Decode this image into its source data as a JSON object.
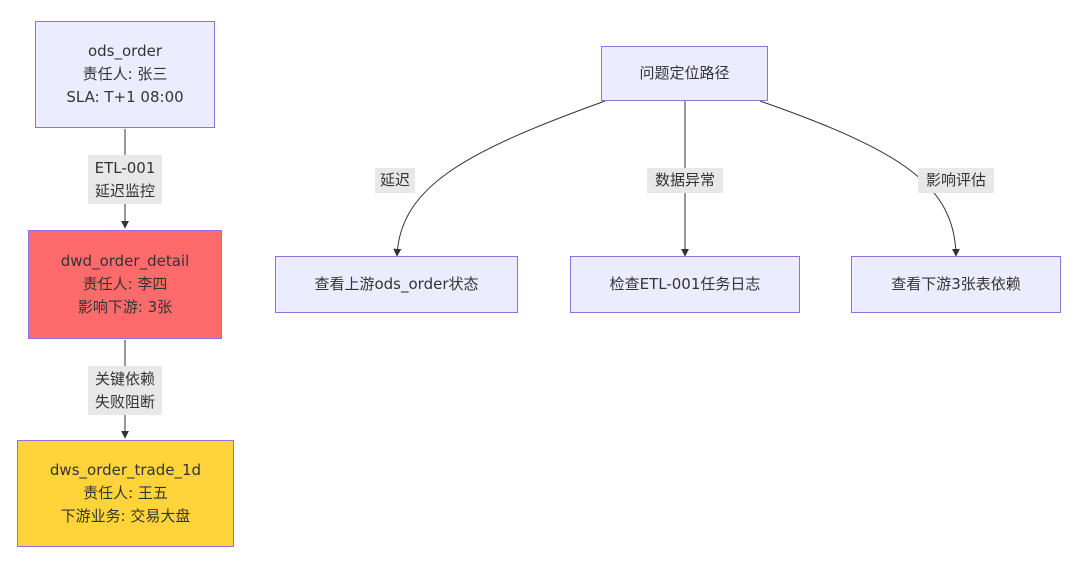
{
  "lineage": {
    "ods": {
      "name": "ods_order",
      "owner": "责任人: 张三",
      "extra": "SLA: T+1 08:00"
    },
    "dwd": {
      "name": "dwd_order_detail",
      "owner": "责任人: 李四",
      "extra": "影响下游: 3张"
    },
    "dws": {
      "name": "dws_order_trade_1d",
      "owner": "责任人: 王五",
      "extra": "下游业务: 交易大盘"
    },
    "edge1": {
      "line1": "ETL-001",
      "line2": "延迟监控"
    },
    "edge2": {
      "line1": "关键依赖",
      "line2": "失败阻断"
    }
  },
  "diagnosis": {
    "root": "问题定位路径",
    "branches": [
      {
        "edge_label": "延迟",
        "target": "查看上游ods_order状态"
      },
      {
        "edge_label": "数据异常",
        "target": "检查ETL-001任务日志"
      },
      {
        "edge_label": "影响评估",
        "target": "查看下游3张表依赖"
      }
    ]
  },
  "colors": {
    "node_fill": "#ECECFF",
    "node_border": "#9370DB",
    "dwd_fill": "#FF6B6B",
    "dws_fill": "#FFD43B",
    "edge": "#333333",
    "label_bg": "#E8E8E8"
  }
}
